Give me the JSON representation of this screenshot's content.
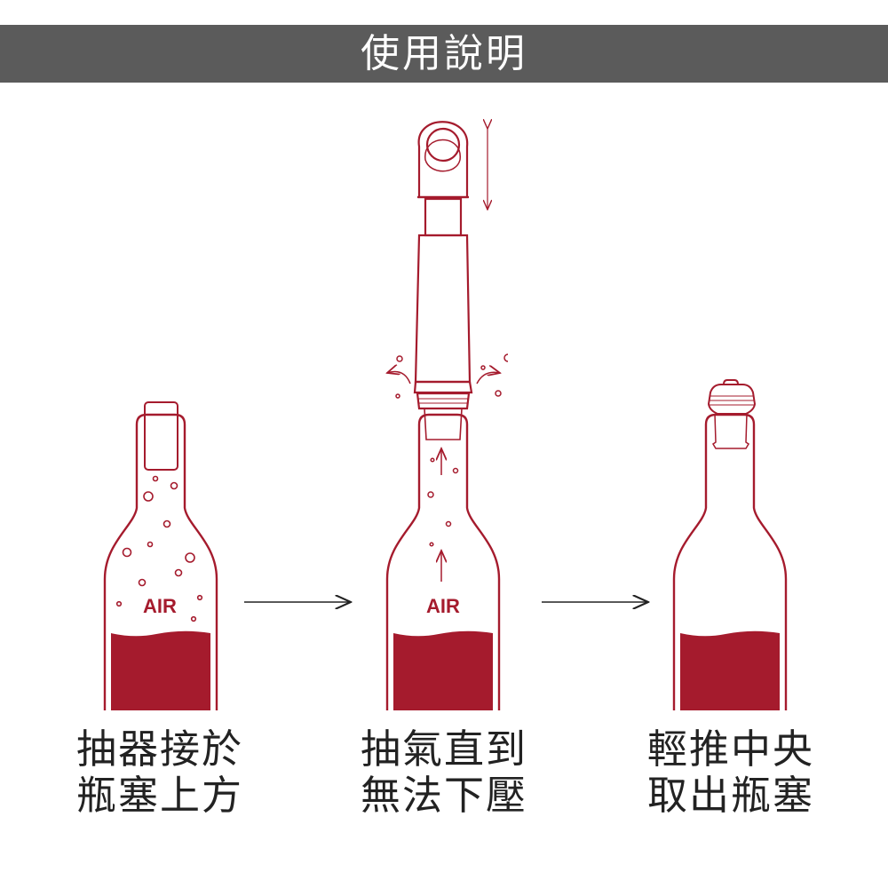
{
  "header": {
    "title": "使用說明"
  },
  "steps": [
    {
      "air_label": "AIR",
      "caption_line1": "抽器接於",
      "caption_line2": "瓶塞上方"
    },
    {
      "air_label": "AIR",
      "caption_line1": "抽氣直到",
      "caption_line2": "無法下壓"
    },
    {
      "caption_line1": "輕推中央",
      "caption_line2": "取出瓶塞"
    }
  ],
  "colors": {
    "accent": "#a51b2d",
    "header_bg": "#5b5b5b",
    "text": "#222222"
  }
}
